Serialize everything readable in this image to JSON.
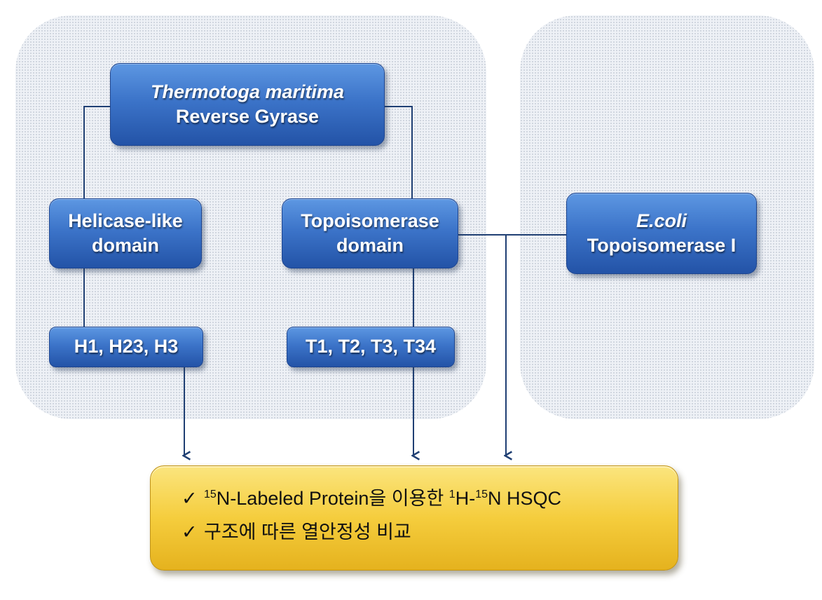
{
  "boxes": {
    "reverse_gyrase": {
      "line1": "Thermotoga maritima",
      "line2": "Reverse Gyrase"
    },
    "helicase_domain": {
      "line1": "Helicase-like",
      "line2": "domain"
    },
    "topo_domain": {
      "line1": "Topoisomerase",
      "line2": "domain"
    },
    "ecoli": {
      "line1": "E.coli",
      "line2": "Topoisomerase I"
    },
    "h_fragments": {
      "label": "H1, H23, H3"
    },
    "t_fragments": {
      "label": "T1, T2, T3, T34"
    }
  },
  "result": {
    "check_symbol": "✓",
    "line1": {
      "sup1": "15",
      "text1": "N-Labeled Protein을 이용한 ",
      "sup2": "1",
      "text2": "H-",
      "sup3": "15",
      "text3": "N HSQC"
    },
    "line2": {
      "text": "구조에 따른 열안정성 비교"
    }
  },
  "colors": {
    "box_blue": "#3c74c9",
    "result_yellow": "#f5cd3d",
    "connector": "#1f3f73"
  }
}
